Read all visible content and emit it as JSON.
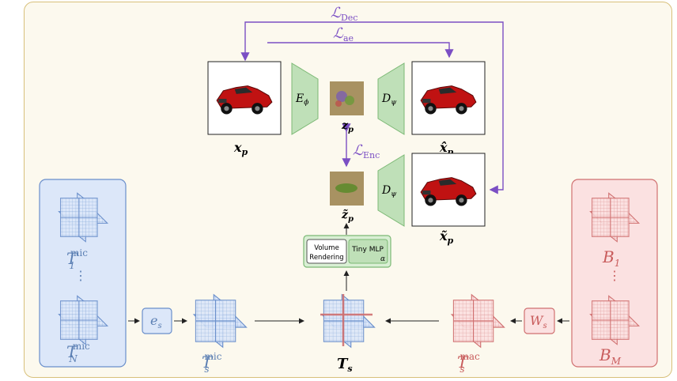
{
  "losses": {
    "dec_main": "ℒ",
    "dec_sub": "Dec",
    "ae_main": "ℒ",
    "ae_sub": "ae",
    "enc_main": "ℒ",
    "enc_sub": "Enc"
  },
  "nodes": {
    "x_p": "x",
    "x_p_sub": "p",
    "xhat_p": "x̂",
    "xhat_p_sub": "p",
    "xtilde_p": "x̃",
    "xtilde_p_sub": "p",
    "z_p": "z",
    "z_p_sub": "p",
    "ztilde_p": "z̃",
    "ztilde_p_sub": "p",
    "encoder": "E",
    "encoder_sub": "ϕ",
    "decoder": "D",
    "decoder_sub": "ψ",
    "decoder2": "D",
    "decoder2_sub": "ψ"
  },
  "render_box": {
    "volume_line1": "Volume",
    "volume_line2": "Rendering",
    "mlp_label": "Tiny MLP",
    "mlp_sub": "α"
  },
  "left_stack": {
    "top": "T",
    "top_sub": "1",
    "top_sup": "mic",
    "dots": "⋮",
    "bottom": "T",
    "bottom_sub": "N",
    "bottom_sup": "mic"
  },
  "right_stack": {
    "top": "B",
    "top_sub": "1",
    "dots": "⋮",
    "bottom": "B",
    "bottom_sub": "M"
  },
  "ops": {
    "e_s": "e",
    "e_s_sub": "s",
    "W_s": "W",
    "W_s_sub": "s"
  },
  "planes": {
    "T_s_mic": "T",
    "T_s_mic_sub": "s",
    "T_s_mic_sup": "mic",
    "T_s": "T",
    "T_s_sub": "s",
    "T_s_mac": "T",
    "T_s_mac_sub": "s",
    "T_s_mac_sup": "mac"
  },
  "colors": {
    "purple": "#7b4fc4",
    "blue_fill": "#dce7f9",
    "blue_stroke": "#6a8fcb",
    "blue_text": "#5b7fb3",
    "red_fill": "#fbe1e1",
    "red_stroke": "#d07070",
    "red_text": "#c85b5b",
    "green_fill": "#bfe0b8",
    "green_stroke": "#7cb975",
    "frame_fill": "#fcf9ee",
    "frame_stroke": "#d8c07a"
  }
}
